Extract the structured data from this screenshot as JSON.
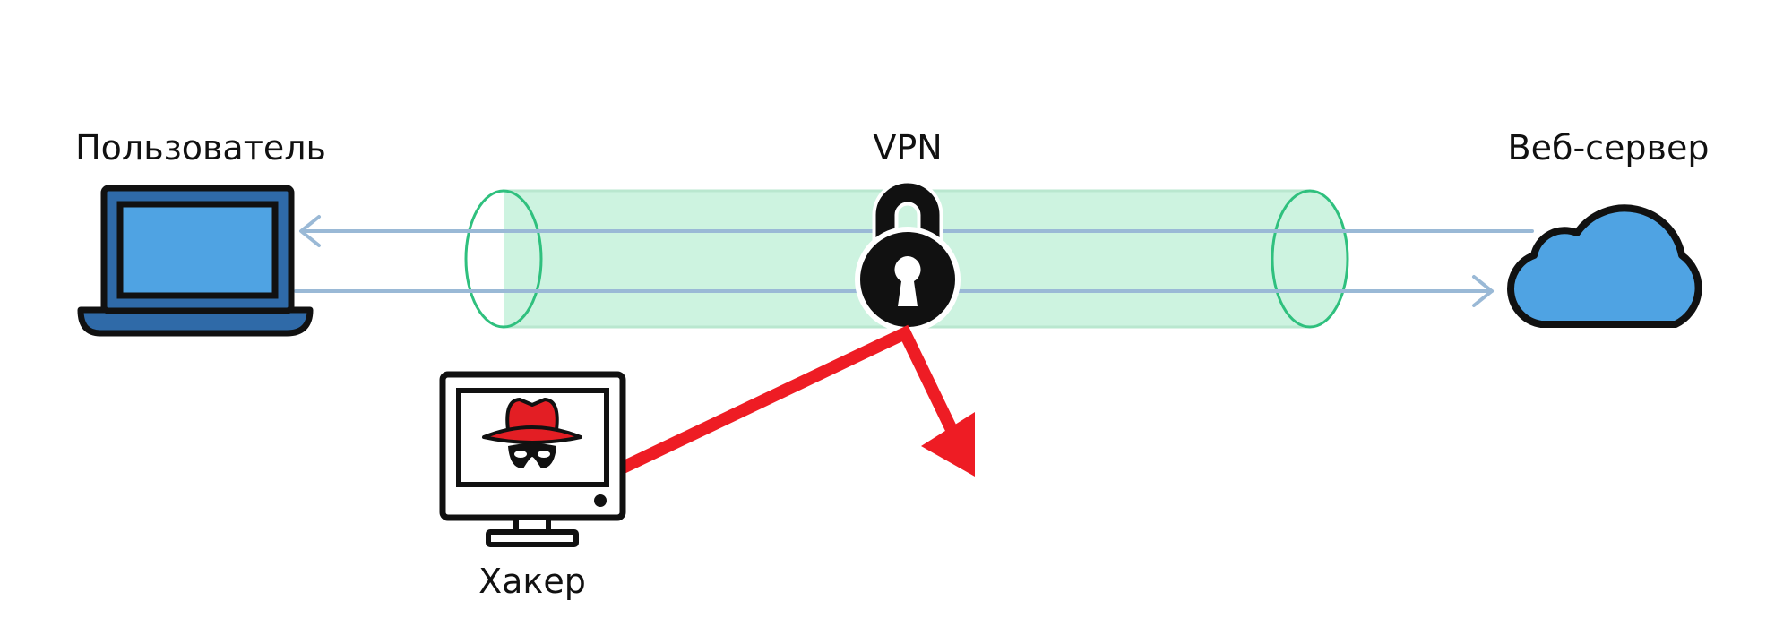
{
  "labels": {
    "user": "Пользователь",
    "vpn": "VPN",
    "server": "Веб-сервер",
    "hacker": "Хакер"
  },
  "colors": {
    "laptop_body": "#2f6aa8",
    "laptop_screen": "#4fa3e3",
    "cloud_fill": "#4fa3e3",
    "tunnel_fill": "#cdf3e0",
    "tunnel_stroke": "#2fc07e",
    "data_line": "#9ab9d6",
    "attack": "#ee1c24",
    "outline": "#111111",
    "hat": "#e31e24"
  },
  "icons": {
    "user": "laptop-icon",
    "vpn": "padlock-icon",
    "server": "cloud-icon",
    "hacker": "hacker-monitor-icon"
  }
}
